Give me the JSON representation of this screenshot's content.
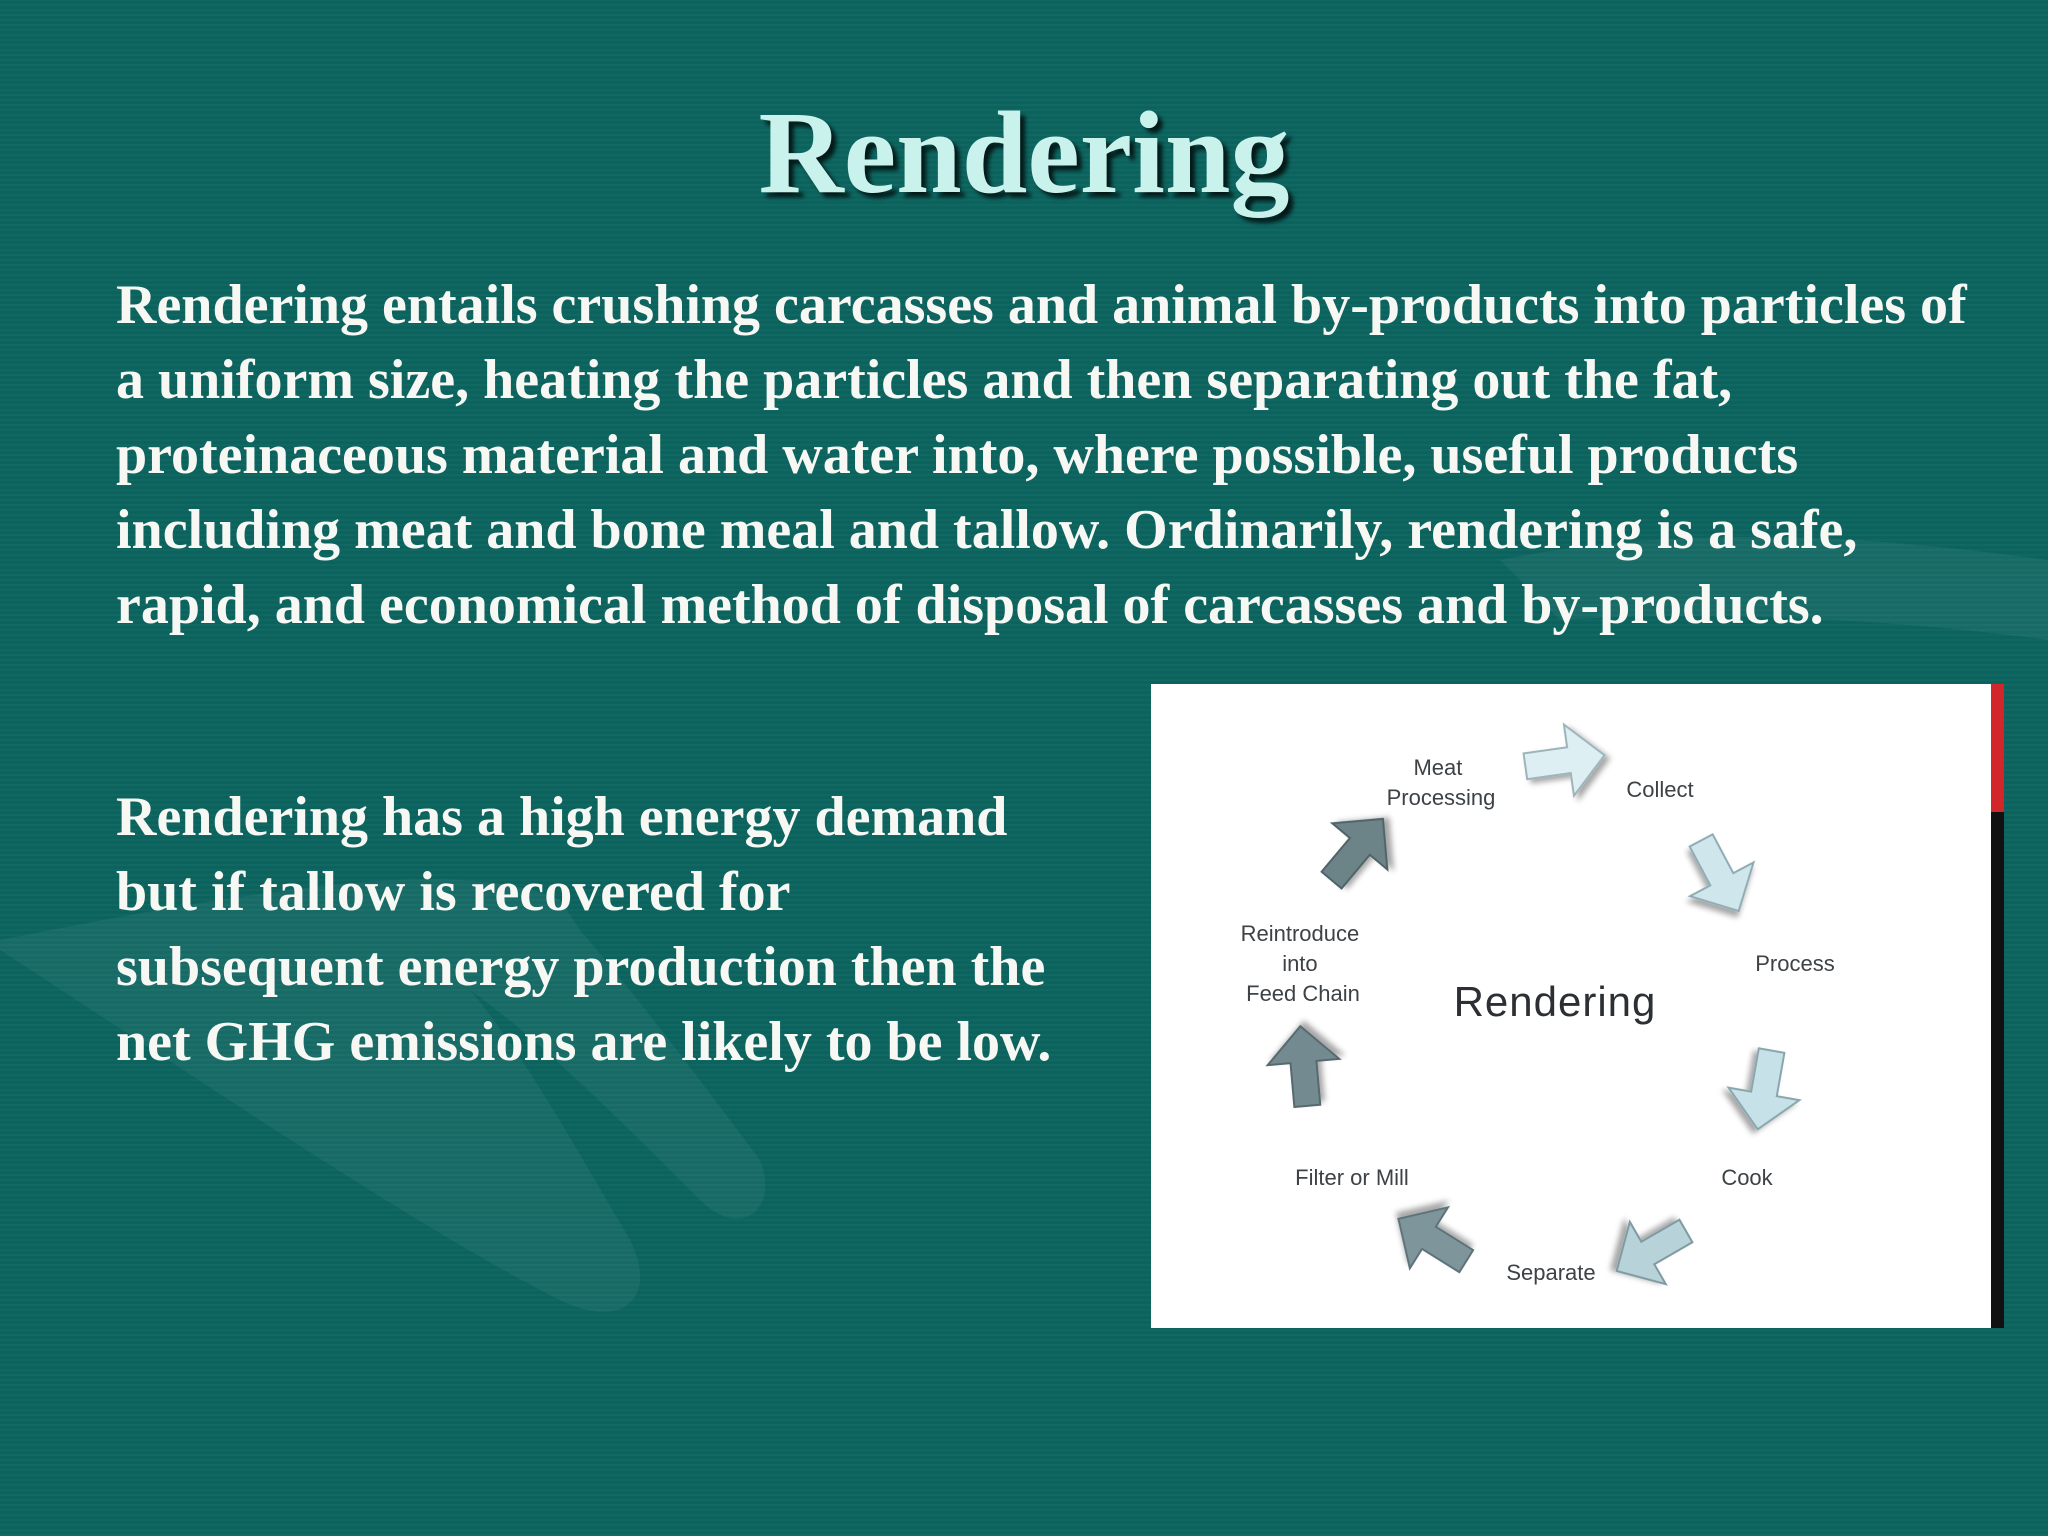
{
  "slide": {
    "title": "Rendering",
    "paragraph1": "Rendering entails crushing carcasses and animal by-products into particles of a uniform size, heating the particles and then separating out the fat, proteinaceous material and water into, where possible, useful products including meat and bone meal and tallow. Ordinarily, rendering is a safe, rapid, and economical method of disposal of carcasses and by-products.",
    "paragraph2": "Rendering has a high energy demand but if tallow is recovered for subsequent energy production then the net GHG emissions are likely to be low."
  },
  "diagram": {
    "center": "Rendering",
    "steps": [
      {
        "label_lines": [
          "Meat",
          "Processing"
        ]
      },
      {
        "label_lines": [
          "Collect"
        ]
      },
      {
        "label_lines": [
          "Process"
        ]
      },
      {
        "label_lines": [
          "Cook"
        ]
      },
      {
        "label_lines": [
          "Separate"
        ]
      },
      {
        "label_lines": [
          "Filter or Mill"
        ]
      },
      {
        "label_lines": [
          "Reintroduce",
          "into",
          "Feed Chain"
        ]
      }
    ]
  },
  "colors": {
    "background": "#0c6560",
    "title": "#c9f2ec",
    "body_text": "#f7f7f3",
    "arrow_light": "#d9eef3",
    "arrow_dark": "#6e858c",
    "edge_red": "#d2262b"
  }
}
